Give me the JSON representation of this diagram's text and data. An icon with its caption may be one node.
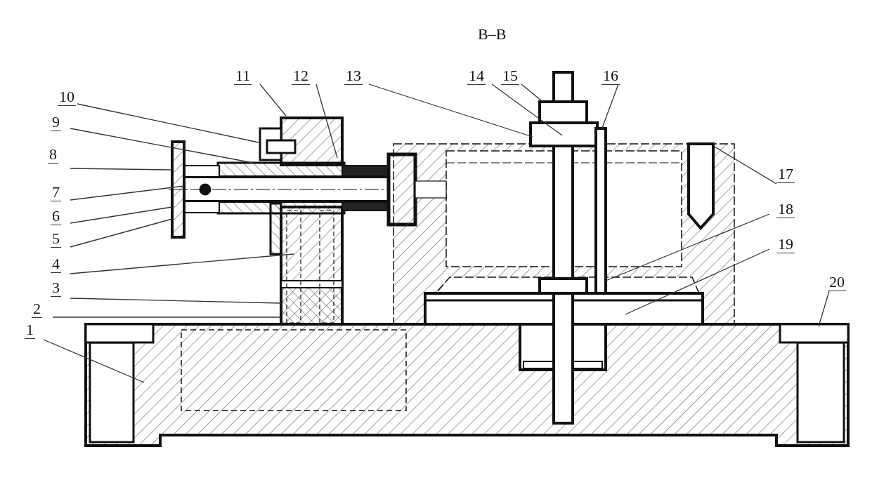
{
  "diagram": {
    "title": "B–B",
    "nodes": [
      {
        "text": [
          "1"
        ]
      },
      {
        "text": [
          "2"
        ]
      },
      {
        "text": [
          "3"
        ]
      },
      {
        "text": [
          "4"
        ]
      },
      {
        "text": [
          "5"
        ]
      },
      {
        "text": [
          "6"
        ]
      },
      {
        "text": [
          "7"
        ]
      },
      {
        "text": [
          "8"
        ]
      },
      {
        "text": [
          "9"
        ]
      },
      {
        "text": [
          "10"
        ]
      },
      {
        "text": [
          "11"
        ]
      },
      {
        "text": [
          "12"
        ]
      },
      {
        "text": [
          "13"
        ]
      },
      {
        "text": [
          "14"
        ]
      },
      {
        "text": [
          "15"
        ]
      },
      {
        "text": [
          "16"
        ]
      },
      {
        "text": [
          "17"
        ]
      },
      {
        "text": [
          "18"
        ]
      },
      {
        "text": [
          "19"
        ]
      },
      {
        "text": [
          "20"
        ]
      }
    ],
    "edges": [
      {
        "from": 0,
        "to": null,
        "arrow": "none"
      },
      {
        "from": 1,
        "to": null,
        "arrow": "none"
      },
      {
        "from": 2,
        "to": null,
        "arrow": "none"
      },
      {
        "from": 3,
        "to": null,
        "arrow": "none"
      },
      {
        "from": 4,
        "to": null,
        "arrow": "none"
      },
      {
        "from": 5,
        "to": null,
        "arrow": "none"
      },
      {
        "from": 6,
        "to": null,
        "arrow": "none"
      },
      {
        "from": 7,
        "to": null,
        "arrow": "none"
      },
      {
        "from": 8,
        "to": null,
        "arrow": "none"
      },
      {
        "from": 9,
        "to": null,
        "arrow": "none"
      },
      {
        "from": 10,
        "to": null,
        "arrow": "none"
      },
      {
        "from": 11,
        "to": null,
        "arrow": "none"
      },
      {
        "from": 12,
        "to": null,
        "arrow": "none"
      },
      {
        "from": 13,
        "to": null,
        "arrow": "none"
      },
      {
        "from": 14,
        "to": null,
        "arrow": "none"
      },
      {
        "from": 15,
        "to": null,
        "arrow": "none"
      },
      {
        "from": 16,
        "to": null,
        "arrow": "none"
      },
      {
        "from": 17,
        "to": null,
        "arrow": "none"
      },
      {
        "from": 18,
        "to": null,
        "arrow": "none"
      },
      {
        "from": 19,
        "to": null,
        "arrow": "none"
      }
    ]
  }
}
